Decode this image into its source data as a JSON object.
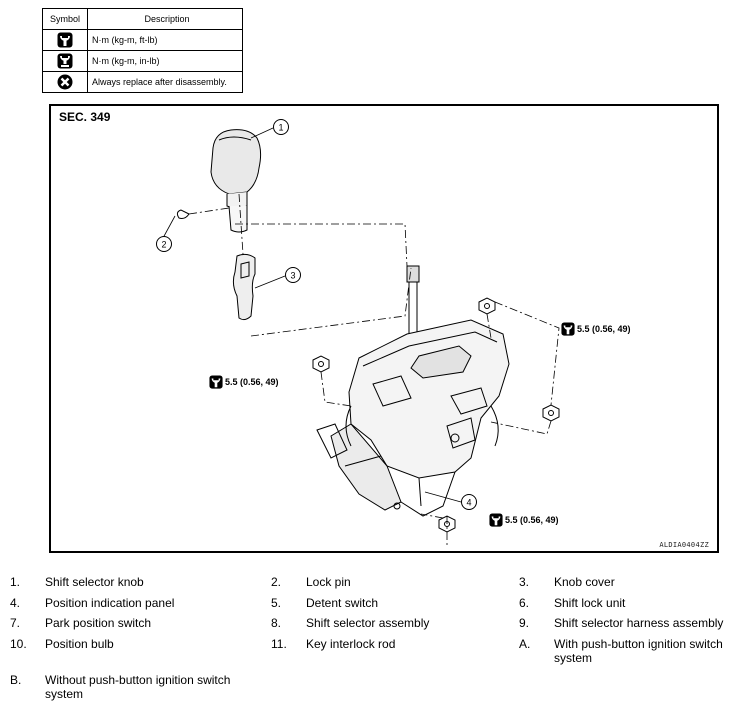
{
  "symbol_table": {
    "headers": {
      "symbol": "Symbol",
      "description": "Description"
    },
    "rows": [
      {
        "icon": "torque-wrench-icon",
        "description": "N·m (kg-m, ft-lb)"
      },
      {
        "icon": "torque-wrench-small-icon",
        "description": "N·m (kg-m, in-lb)"
      },
      {
        "icon": "replace-icon",
        "description": "Always replace after disassembly."
      }
    ]
  },
  "diagram": {
    "section": "SEC. 349",
    "ref_code": "ALDIA0404ZZ",
    "callouts": [
      "1",
      "2",
      "3",
      "4"
    ],
    "torques": [
      {
        "value": "5.5 (0.56, 49)"
      },
      {
        "value": "5.5 (0.56, 49)"
      },
      {
        "value": "5.5 (0.56, 49)"
      }
    ]
  },
  "legend": [
    {
      "num": "1.",
      "text": "Shift selector knob"
    },
    {
      "num": "2.",
      "text": "Lock pin"
    },
    {
      "num": "3.",
      "text": "Knob cover"
    },
    {
      "num": "4.",
      "text": "Position indication panel"
    },
    {
      "num": "5.",
      "text": "Detent switch"
    },
    {
      "num": "6.",
      "text": "Shift lock unit"
    },
    {
      "num": "7.",
      "text": "Park position switch"
    },
    {
      "num": "8.",
      "text": "Shift selector assembly"
    },
    {
      "num": "9.",
      "text": "Shift selector harness assembly"
    },
    {
      "num": "10.",
      "text": "Position bulb"
    },
    {
      "num": "11.",
      "text": "Key interlock rod"
    },
    {
      "num": "A.",
      "text": "With push-button ignition switch system"
    },
    {
      "num": "B.",
      "text": "Without push-button ignition switch system"
    }
  ]
}
